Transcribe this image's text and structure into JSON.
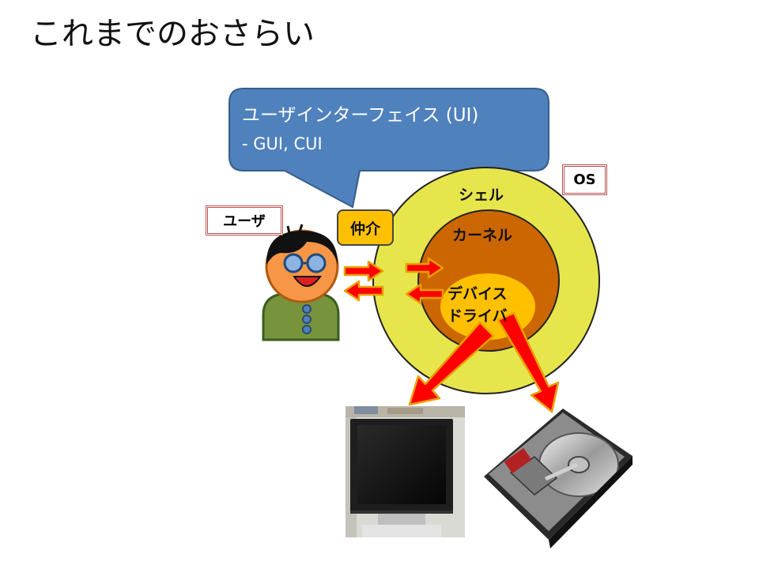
{
  "title": "これまでのおさらい",
  "callout": {
    "line1": "ユーザインターフェイス (UI)",
    "line2": "-   GUI, CUI",
    "fill": "#4f81bd"
  },
  "labels": {
    "user": "ユーザ",
    "os": "OS",
    "mediator": "仲介",
    "shell": "シェル",
    "kernel": "カーネル",
    "driver_line1": "デバイス",
    "driver_line2": "ドライバ"
  },
  "colors": {
    "shell_ring": "#e6e64c",
    "kernel_ring": "#cc6600",
    "driver": "#ffc000",
    "arrow_fill": "#ff0000",
    "arrow_stroke": "#e8a000",
    "label_border": "#b85450"
  }
}
